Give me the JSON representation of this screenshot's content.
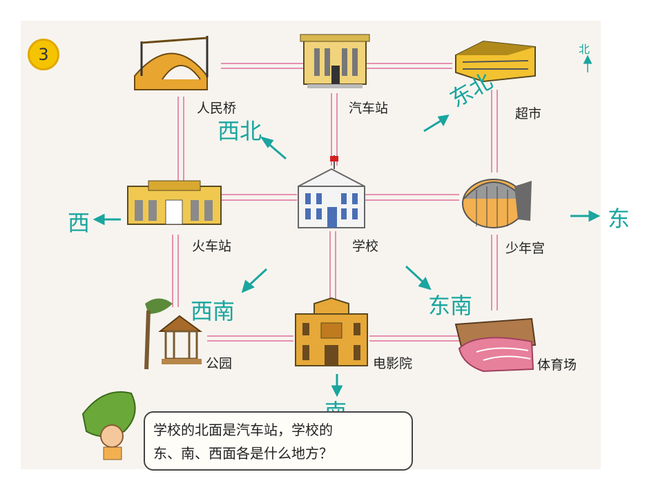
{
  "problem_number": "3",
  "north_label": "北",
  "places": {
    "bridge": "人民桥",
    "bus_station": "汽车站",
    "supermarket": "超市",
    "train_station": "火车站",
    "school": "学校",
    "youth_palace": "少年宫",
    "park": "公园",
    "cinema": "电影院",
    "stadium": "体育场"
  },
  "directions": {
    "northwest": "西北",
    "northeast": "东北",
    "west": "西",
    "east": "东",
    "southwest": "西南",
    "southeast": "东南",
    "south": "南"
  },
  "question": {
    "line1": "学校的北面是汽车站，学校的",
    "line2": "东、南、西面各是什么地方？"
  },
  "colors": {
    "direction_teal": "#1aa59f",
    "road_pink": "#e58fb0",
    "building_yellow": "#f2c230"
  }
}
